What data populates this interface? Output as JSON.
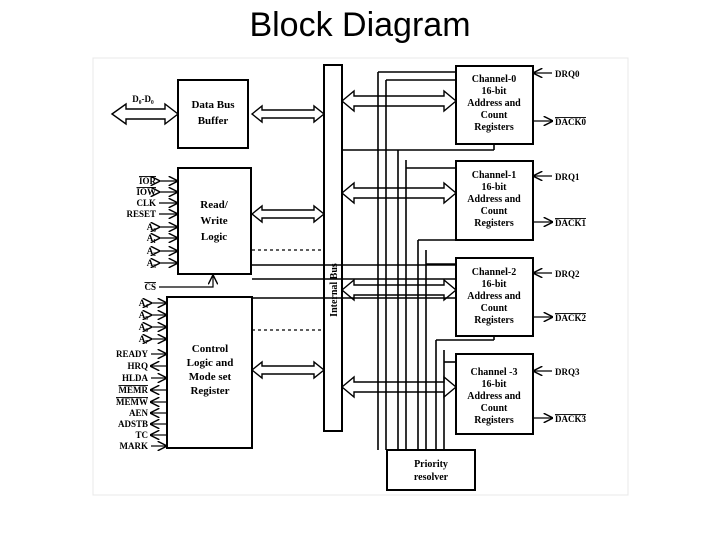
{
  "slide": {
    "title": "Block Diagram"
  },
  "blocks": {
    "data_bus_buffer": [
      "Data Bus",
      "Buffer"
    ],
    "read_write_logic": [
      "Read/",
      "Write",
      "Logic"
    ],
    "control_logic": [
      "Control",
      "Logic and",
      "Mode set",
      "Register"
    ],
    "internal_bus": "Internal Bus",
    "priority_resolver": [
      "Priority",
      "resolver"
    ]
  },
  "data_lines": "D₀-D₀",
  "rw_signals": [
    "IOR",
    "IOW",
    "CLK",
    "RESET",
    "A₀",
    "A₁",
    "A₂",
    "A₃"
  ],
  "cs_signal": "CS",
  "control_signals": [
    "A₄",
    "A₅",
    "A₆",
    "A₇",
    "READY",
    "HRQ",
    "HLDA",
    "MEMR",
    "MEMW",
    "AEN",
    "ADSTB",
    "TC",
    "MARK"
  ],
  "channels": [
    {
      "lines": [
        "Channel-0",
        "16-bit",
        "Address and",
        "Count",
        "Registers"
      ],
      "drq": "DRQ0",
      "dack": "DACK0"
    },
    {
      "lines": [
        "Channel-1",
        "16-bit",
        "Address and",
        "Count",
        "Registers"
      ],
      "drq": "DRQ1",
      "dack": "DACK1"
    },
    {
      "lines": [
        "Channel-2",
        "16-bit",
        "Address and",
        "Count",
        "Registers"
      ],
      "drq": "DRQ2",
      "dack": "DACK2"
    },
    {
      "lines": [
        "Channel -3",
        "16-bit",
        "Address and",
        "Count",
        "Registers"
      ],
      "drq": "DRQ3",
      "dack": "DACK3"
    }
  ]
}
